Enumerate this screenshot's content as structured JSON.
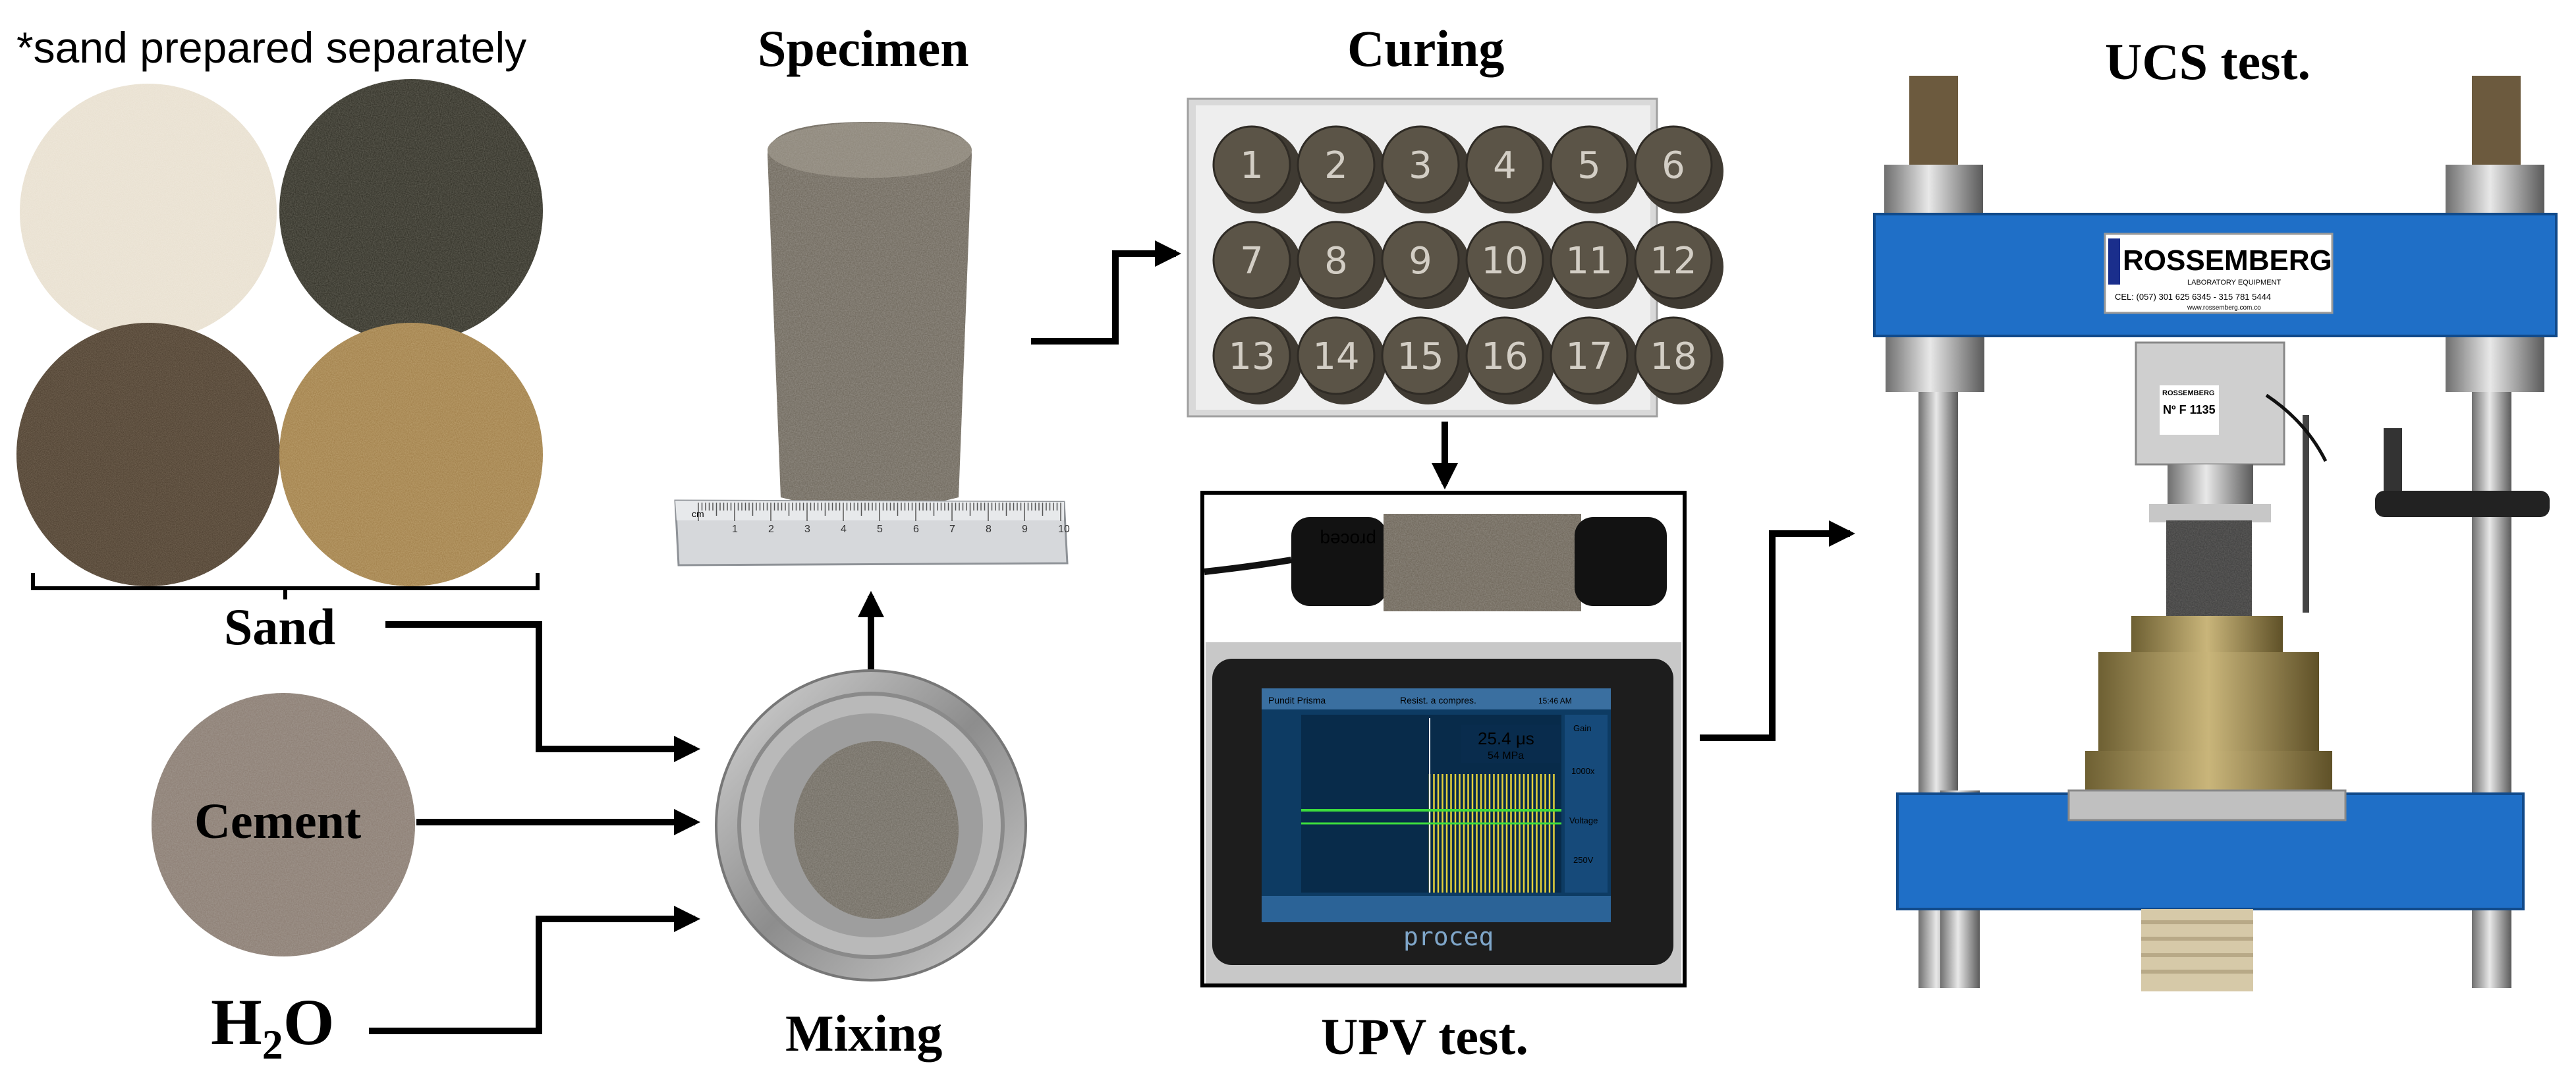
{
  "note": "*sand prepared separately",
  "sand_label": "Sand",
  "cement_label": "Cement",
  "water_label_main": "H",
  "water_label_sub": "2",
  "water_label_end": "O",
  "mixing_label": "Mixing",
  "specimen_label": "Specimen",
  "curing_label": "Curing",
  "upv_label": "UPV test.",
  "ucs_label": "UCS test.",
  "curing_numbers": [
    "1",
    "2",
    "3",
    "4",
    "5",
    "6",
    "7",
    "8",
    "9",
    "10",
    "11",
    "12",
    "13",
    "14",
    "15",
    "16",
    "17",
    "18"
  ],
  "ruler": {
    "unit": "cm",
    "numbers": [
      "1",
      "2",
      "3",
      "4",
      "5",
      "6",
      "7",
      "8",
      "9",
      "10"
    ]
  },
  "upv_device": {
    "probe_brand": "proceq",
    "brand": "proceq",
    "reading_time": "25.4 μs",
    "reading_strength": "54 MPa",
    "screen_title": "Pundit Prisma",
    "tab": "Resist. a compres.",
    "clock": "15:46 AM",
    "side_gain": "Gain",
    "side_gain_value": "1000x",
    "side_voltage": "Voltage",
    "side_voltage_value": "250V"
  },
  "ucs_machine": {
    "brand": "ROSSEMBERG",
    "brand_sub": "LABORATORY EQUIPMENT",
    "brand_contact": "CEL: (057) 301 625 6345 - 315 781 5444",
    "brand_web": "www.rossemberg.com.co",
    "plate_brand": "ROSSEMBERG",
    "plate_id": "Nº F 1135"
  },
  "colors": {
    "sand_light": "#e6ddcc",
    "sand_black": "#2c2b22",
    "sand_dark": "#47392a",
    "sand_tan": "#9d7b45",
    "cement": "#8a7b70",
    "machine_blue": "#1f6fc7",
    "screen_bg": "#0d3b63",
    "signal_yellow": "#e5d13a",
    "signal_green": "#3ddc3d",
    "brand_red": "#d21f2a"
  }
}
